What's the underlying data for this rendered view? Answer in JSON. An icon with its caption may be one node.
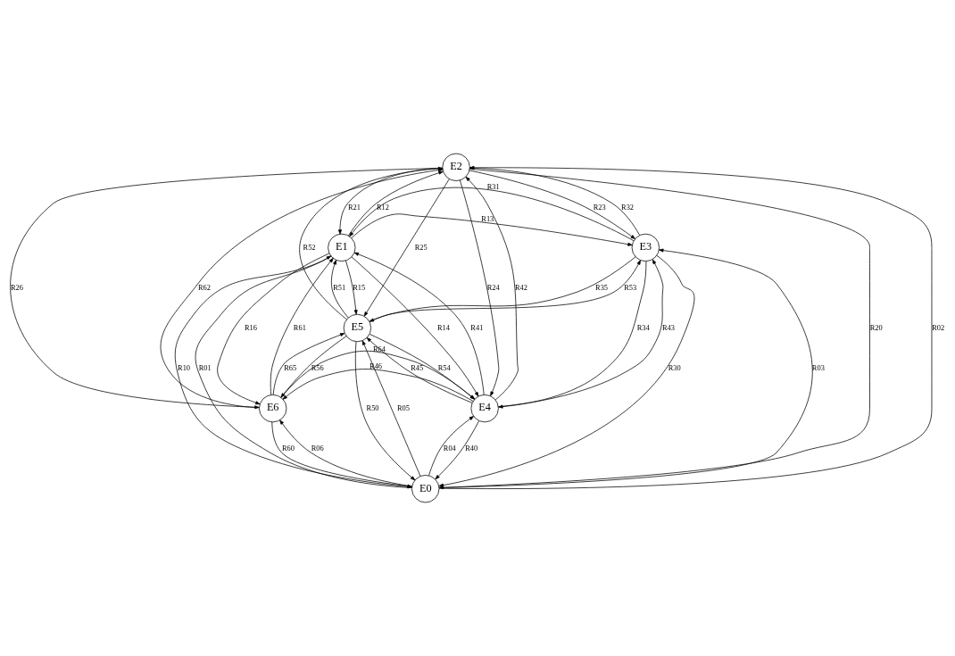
{
  "diagram": {
    "nodes": [
      {
        "text": [
          "E2"
        ]
      },
      {
        "text": [
          "E1"
        ]
      },
      {
        "text": [
          "E3"
        ]
      },
      {
        "text": [
          "E0"
        ]
      },
      {
        "text": [
          "E6"
        ]
      },
      {
        "text": [
          "E4"
        ]
      },
      {
        "text": [
          "E5"
        ]
      }
    ],
    "edges": [
      {
        "from": 3,
        "to": 1,
        "arrow": "to",
        "label": "R01"
      },
      {
        "from": 1,
        "to": 3,
        "arrow": "to",
        "label": "R10"
      },
      {
        "from": 3,
        "to": 0,
        "arrow": "to",
        "label": "R02"
      },
      {
        "from": 0,
        "to": 3,
        "arrow": "to",
        "label": "R20"
      },
      {
        "from": 3,
        "to": 2,
        "arrow": "to",
        "label": "R03"
      },
      {
        "from": 2,
        "to": 3,
        "arrow": "to",
        "label": "R30"
      },
      {
        "from": 3,
        "to": 5,
        "arrow": "to",
        "label": "R04"
      },
      {
        "from": 5,
        "to": 3,
        "arrow": "to",
        "label": "R40"
      },
      {
        "from": 3,
        "to": 6,
        "arrow": "to",
        "label": "R05"
      },
      {
        "from": 6,
        "to": 3,
        "arrow": "to",
        "label": "R50"
      },
      {
        "from": 3,
        "to": 4,
        "arrow": "to",
        "label": "R06"
      },
      {
        "from": 4,
        "to": 3,
        "arrow": "to",
        "label": "R60"
      },
      {
        "from": 1,
        "to": 0,
        "arrow": "to",
        "label": "R12"
      },
      {
        "from": 0,
        "to": 1,
        "arrow": "to",
        "label": "R21"
      },
      {
        "from": 0,
        "to": 2,
        "arrow": "to",
        "label": "R23"
      },
      {
        "from": 2,
        "to": 0,
        "arrow": "to",
        "label": "R32"
      },
      {
        "from": 2,
        "to": 5,
        "arrow": "to",
        "label": "R34"
      },
      {
        "from": 5,
        "to": 2,
        "arrow": "to",
        "label": "R43"
      },
      {
        "from": 5,
        "to": 6,
        "arrow": "to",
        "label": "R45"
      },
      {
        "from": 6,
        "to": 5,
        "arrow": "to",
        "label": "R54"
      },
      {
        "from": 6,
        "to": 4,
        "arrow": "to",
        "label": "R56"
      },
      {
        "from": 4,
        "to": 6,
        "arrow": "to",
        "label": "R65"
      },
      {
        "from": 1,
        "to": 4,
        "arrow": "to",
        "label": "R16"
      },
      {
        "from": 4,
        "to": 1,
        "arrow": "to",
        "label": "R61"
      },
      {
        "from": 1,
        "to": 2,
        "arrow": "to",
        "label": "R13"
      },
      {
        "from": 2,
        "to": 1,
        "arrow": "to",
        "label": "R31"
      },
      {
        "from": 0,
        "to": 5,
        "arrow": "to",
        "label": "R24"
      },
      {
        "from": 5,
        "to": 0,
        "arrow": "to",
        "label": "R42"
      },
      {
        "from": 2,
        "to": 6,
        "arrow": "to",
        "label": "R35"
      },
      {
        "from": 6,
        "to": 2,
        "arrow": "to",
        "label": "R53"
      },
      {
        "from": 5,
        "to": 4,
        "arrow": "to",
        "label": "R46"
      },
      {
        "from": 4,
        "to": 5,
        "arrow": "to",
        "label": "R64"
      },
      {
        "from": 1,
        "to": 6,
        "arrow": "to",
        "label": "R15"
      },
      {
        "from": 6,
        "to": 1,
        "arrow": "to",
        "label": "R51"
      },
      {
        "from": 0,
        "to": 4,
        "arrow": "to",
        "label": "R26"
      },
      {
        "from": 4,
        "to": 0,
        "arrow": "to",
        "label": "R62"
      },
      {
        "from": 1,
        "to": 5,
        "arrow": "to",
        "label": "R14"
      },
      {
        "from": 5,
        "to": 1,
        "arrow": "to",
        "label": "R41"
      },
      {
        "from": 0,
        "to": 6,
        "arrow": "to",
        "label": "R25"
      },
      {
        "from": 6,
        "to": 0,
        "arrow": "to",
        "label": "R52"
      }
    ]
  }
}
